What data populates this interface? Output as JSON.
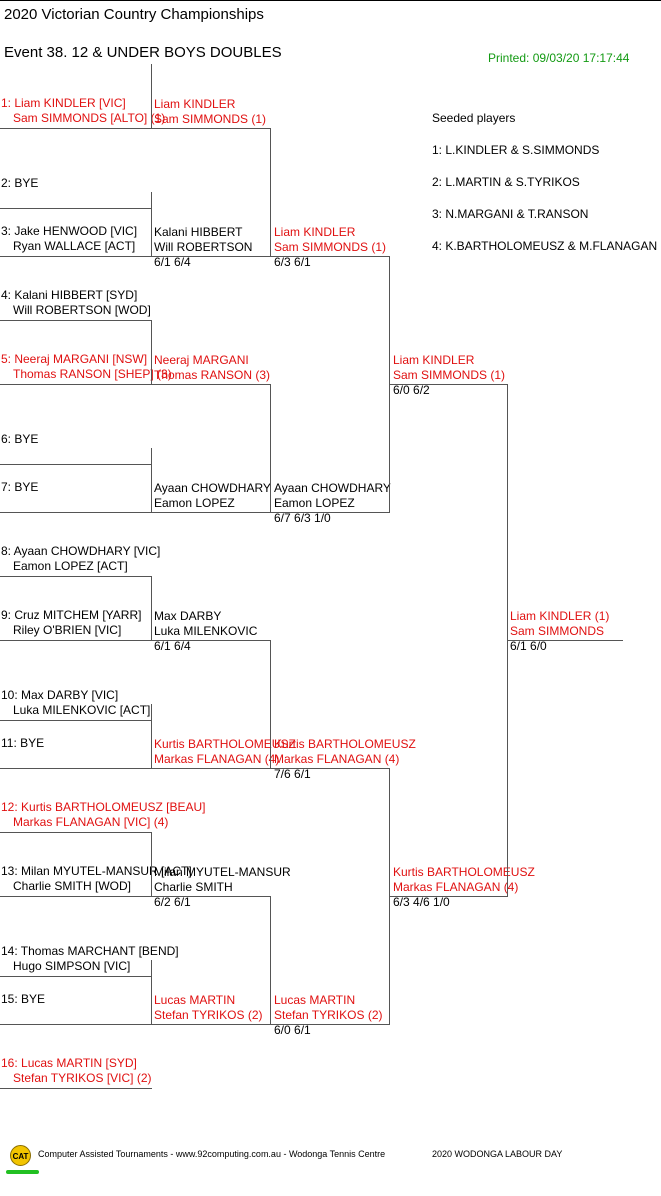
{
  "header": {
    "title": "2020 Victorian Country Championships",
    "event": "Event 38. 12 & UNDER BOYS DOUBLES",
    "printed": "Printed: 09/03/20 17:17:44"
  },
  "seeds": {
    "heading": "Seeded players",
    "items": [
      "1: L.KINDLER & S.SIMMONDS",
      "2: L.MARTIN & S.TYRIKOS",
      "3: N.MARGANI & T.RANSON",
      "4: K.BARTHOLOMEUSZ & M.FLANAGAN"
    ]
  },
  "round1": [
    [
      "1: Liam KINDLER [VIC]",
      "Sam SIMMONDS [ALTO] (1)"
    ],
    [
      "2: BYE",
      ""
    ],
    [
      "3: Jake HENWOOD [VIC]",
      "Ryan WALLACE [ACT]"
    ],
    [
      "4: Kalani HIBBERT [SYD]",
      "Will ROBERTSON [WOD]"
    ],
    [
      "5: Neeraj MARGANI [NSW]",
      "Thomas RANSON [SHEP] (3)"
    ],
    [
      "6: BYE",
      ""
    ],
    [
      "7: BYE",
      ""
    ],
    [
      "8: Ayaan CHOWDHARY [VIC]",
      "Eamon LOPEZ [ACT]"
    ],
    [
      "9: Cruz MITCHEM [YARR]",
      "Riley O'BRIEN [VIC]"
    ],
    [
      "10: Max DARBY [VIC]",
      "Luka MILENKOVIC [ACT]"
    ],
    [
      "11: BYE",
      ""
    ],
    [
      "12: Kurtis BARTHOLOMEUSZ [BEAU]",
      "Markas FLANAGAN [VIC] (4)"
    ],
    [
      "13: Milan MYUTEL-MANSUR [ACT]",
      "Charlie SMITH [WOD]"
    ],
    [
      "14: Thomas MARCHANT [BEND]",
      "Hugo SIMPSON [VIC]"
    ],
    [
      "15: BYE",
      ""
    ],
    [
      "16: Lucas MARTIN [SYD]",
      "Stefan TYRIKOS [VIC] (2)"
    ]
  ],
  "round2": [
    [
      "Liam KINDLER",
      "Sam SIMMONDS (1)",
      ""
    ],
    [
      "Kalani HIBBERT",
      "Will ROBERTSON",
      "6/1 6/4"
    ],
    [
      "Neeraj MARGANI",
      "Thomas RANSON (3)",
      ""
    ],
    [
      "Ayaan CHOWDHARY",
      "Eamon LOPEZ",
      ""
    ],
    [
      "Max DARBY",
      "Luka MILENKOVIC",
      "6/1 6/4"
    ],
    [
      "Kurtis BARTHOLOMEUSZ",
      "Markas FLANAGAN (4)",
      ""
    ],
    [
      "Milan MYUTEL-MANSUR",
      "Charlie SMITH",
      "6/2 6/1"
    ],
    [
      "Lucas MARTIN",
      "Stefan TYRIKOS (2)",
      ""
    ]
  ],
  "round3": [
    [
      "Liam KINDLER",
      "Sam SIMMONDS (1)",
      "6/3 6/1"
    ],
    [
      "Ayaan CHOWDHARY",
      "Eamon LOPEZ",
      "6/7 6/3 1/0"
    ],
    [
      "Kurtis BARTHOLOMEUSZ",
      "Markas FLANAGAN (4)",
      "7/6 6/1"
    ],
    [
      "Lucas MARTIN",
      "Stefan TYRIKOS (2)",
      "6/0 6/1"
    ]
  ],
  "semis": [
    [
      "Liam KINDLER",
      "Sam SIMMONDS (1)",
      "6/0 6/2"
    ],
    [
      "Kurtis BARTHOLOMEUSZ",
      "Markas FLANAGAN (4)",
      "6/3 4/6 1/0"
    ]
  ],
  "final": [
    "Liam KINDLER (1)",
    "Sam SIMMONDS",
    "6/1 6/0"
  ],
  "footer": {
    "logo_text": "CAT",
    "left": "Computer Assisted Tournaments - www.92computing.com.au -  Wodonga Tennis Centre",
    "right": "2020 WODONGA LABOUR DAY"
  },
  "colors": {
    "seed": "#e01010",
    "printed": "#139a13"
  }
}
